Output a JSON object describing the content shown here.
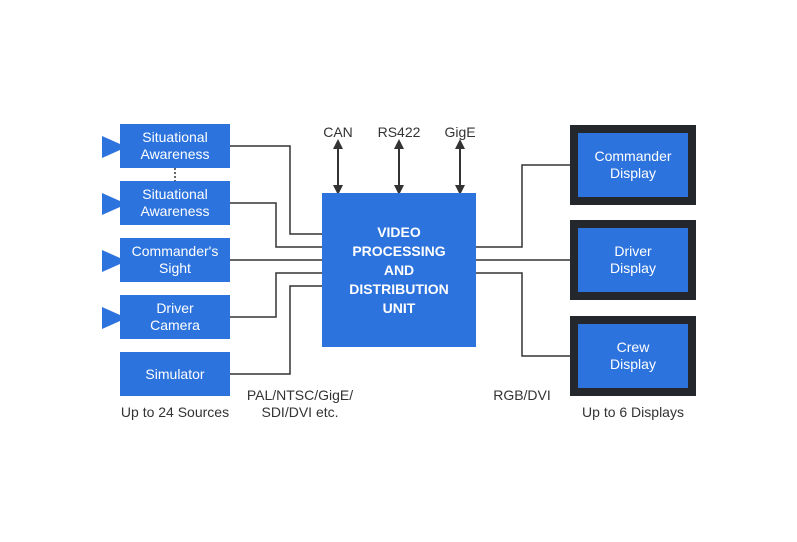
{
  "colors": {
    "box_fill": "#2d73de",
    "line": "#333333",
    "display_frame": "#24272b"
  },
  "sources": [
    {
      "label": "Situational\nAwareness",
      "icon": "camera-icon"
    },
    {
      "label": "Situational\nAwareness",
      "icon": "camera-icon"
    },
    {
      "label": "Commander's\nSight",
      "icon": "camera-icon"
    },
    {
      "label": "Driver\nCamera",
      "icon": "camera-icon"
    },
    {
      "label": "Simulator"
    }
  ],
  "sources_caption": "Up to 24 Sources",
  "inputs_caption": "PAL/NTSC/GigE/\nSDI/DVI etc.",
  "processor": {
    "label": "VIDEO\nPROCESSING\nAND\nDISTRIBUTION\nUNIT"
  },
  "buses": [
    "CAN",
    "RS422",
    "GigE"
  ],
  "outputs_caption": "RGB/DVI",
  "displays": [
    {
      "label": "Commander\nDisplay"
    },
    {
      "label": "Driver\nDisplay"
    },
    {
      "label": "Crew\nDisplay"
    }
  ],
  "displays_caption": "Up to 6 Displays"
}
